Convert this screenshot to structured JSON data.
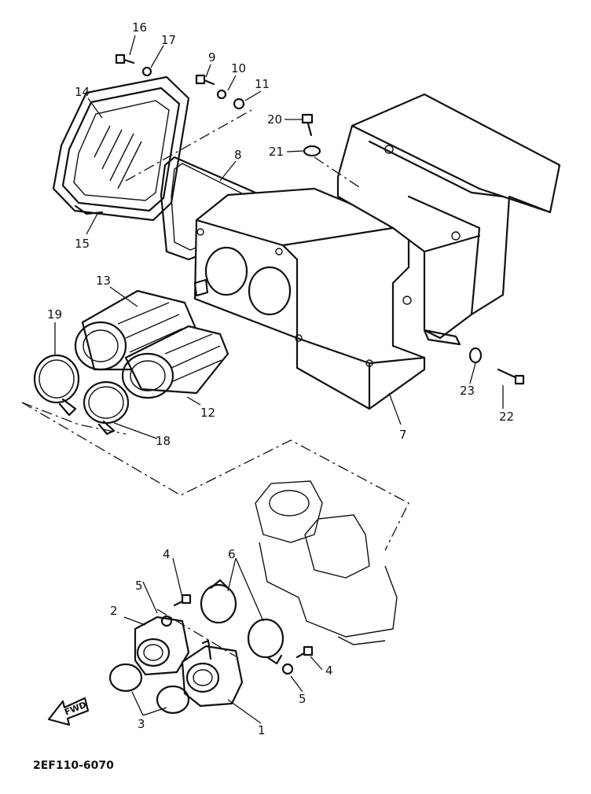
{
  "callouts": {
    "c1": "1",
    "c2": "2",
    "c3": "3",
    "c4a": "4",
    "c4b": "4",
    "c5a": "5",
    "c5b": "5",
    "c6": "6",
    "c7": "7",
    "c8": "8",
    "c9": "9",
    "c10": "10",
    "c11": "11",
    "c12": "12",
    "c13": "13",
    "c14": "14",
    "c15": "15",
    "c16": "16",
    "c17": "17",
    "c18": "18",
    "c19": "19",
    "c20": "20",
    "c21": "21",
    "c22": "22",
    "c23": "23"
  },
  "fwd_label": "FWD",
  "diagram_code": "2EF110-6070"
}
